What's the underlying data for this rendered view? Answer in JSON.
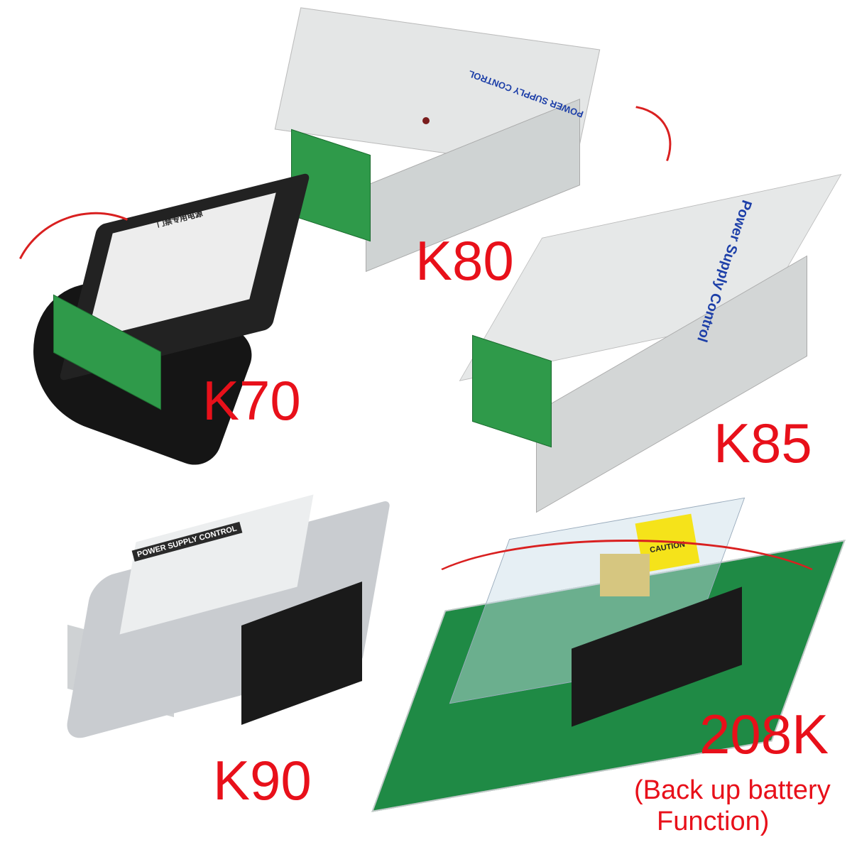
{
  "products": [
    {
      "model": "K80",
      "device_text": "POWER SUPPLY CONTROL"
    },
    {
      "model": "K70",
      "device_text": "门禁专用电源"
    },
    {
      "model": "K85",
      "device_text": "Power Supply Control"
    },
    {
      "model": "K90",
      "device_text": "POWER SUPPLY CONTROL"
    },
    {
      "model": "208K",
      "device_text": "CAUTION",
      "note_line1": "(Back up battery",
      "note_line2": "Function)"
    }
  ],
  "colors": {
    "label": "#e8101a",
    "terminal": "#2f9a4a",
    "case_grey": "#d9dcdc",
    "case_black": "#1e1e1e",
    "pcb": "#1f8a45"
  }
}
